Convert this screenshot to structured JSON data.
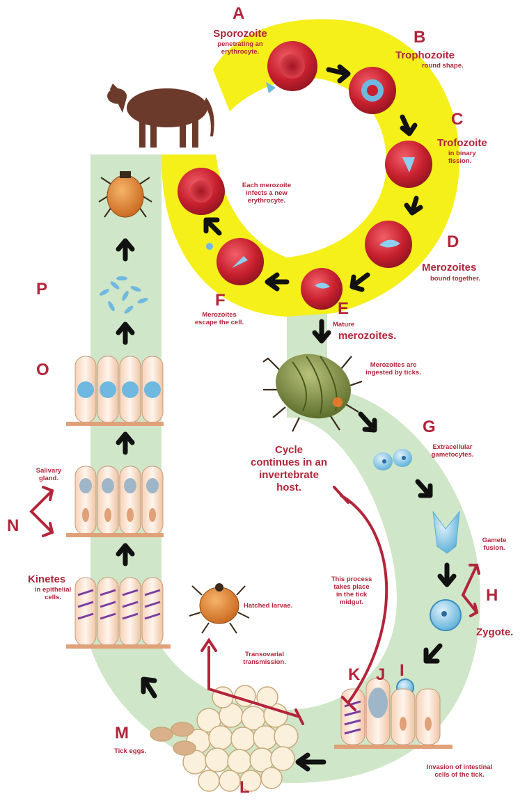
{
  "colors": {
    "label": "#b3243a",
    "host_band": "#f5ef1a",
    "tick_band": "#cfe6c8",
    "arrow": "#111111",
    "cow": "#6b3a2a",
    "rbc": "#c8202e"
  },
  "stages": {
    "A": {
      "letter": "A",
      "title": "Sporozoite",
      "desc": [
        "penetrating an",
        "erythrocyte."
      ]
    },
    "B": {
      "letter": "B",
      "title": "Trophozoite",
      "desc": [
        "round shape."
      ]
    },
    "C": {
      "letter": "C",
      "title": "Trofozoite",
      "desc": [
        "in binary",
        "fission."
      ]
    },
    "D": {
      "letter": "D",
      "title": "Merozoites",
      "desc": [
        "bound together."
      ]
    },
    "E": {
      "letter": "E",
      "title1": "Mature",
      "title2": "merozoites."
    },
    "F": {
      "letter": "F",
      "desc": [
        "Merozoites",
        "escape the cell."
      ]
    },
    "each": {
      "desc": [
        "Each merozoite",
        "infects a new",
        "erythrocyte."
      ]
    },
    "ingested": {
      "desc": [
        "Merozoites are",
        "ingested by ticks."
      ]
    },
    "G": {
      "letter": "G",
      "desc": [
        "Extracellular",
        "gametocytes."
      ]
    },
    "H": {
      "letter": "H",
      "fusion": [
        "Gamete",
        "fusion."
      ],
      "title": "Zygote."
    },
    "I": {
      "letter": "I"
    },
    "J": {
      "letter": "J"
    },
    "K": {
      "letter": "K"
    },
    "invasion": {
      "desc": [
        "Invasion of intestinal",
        "cells of the tick."
      ]
    },
    "L": {
      "letter": "L"
    },
    "M": {
      "letter": "M",
      "desc": "Tick eggs."
    },
    "N": {
      "letter": "N",
      "salivary": [
        "Salivary",
        "gland."
      ],
      "kinetes": "Kinetes",
      "kinetes_desc": [
        "in epithelial",
        "cells."
      ]
    },
    "O": {
      "letter": "O"
    },
    "P": {
      "letter": "P"
    },
    "cycle": {
      "lines": [
        "Cycle",
        "continues in an",
        "invertebrate",
        "host."
      ]
    },
    "midgut": {
      "lines": [
        "This process",
        "takes place",
        "in the tick",
        "midgut."
      ]
    },
    "larvae": {
      "desc": "Hatched larvae."
    },
    "transovarial": {
      "lines": [
        "Transovarial",
        "transmission."
      ]
    }
  },
  "icons": [
    "cow-icon",
    "adult-tick-icon",
    "engorged-tick-icon",
    "larva-tick-icon",
    "red-blood-cell-icon",
    "gametocyte-icon",
    "zygote-icon",
    "tick-egg-icon",
    "epithelial-cell-icon"
  ]
}
